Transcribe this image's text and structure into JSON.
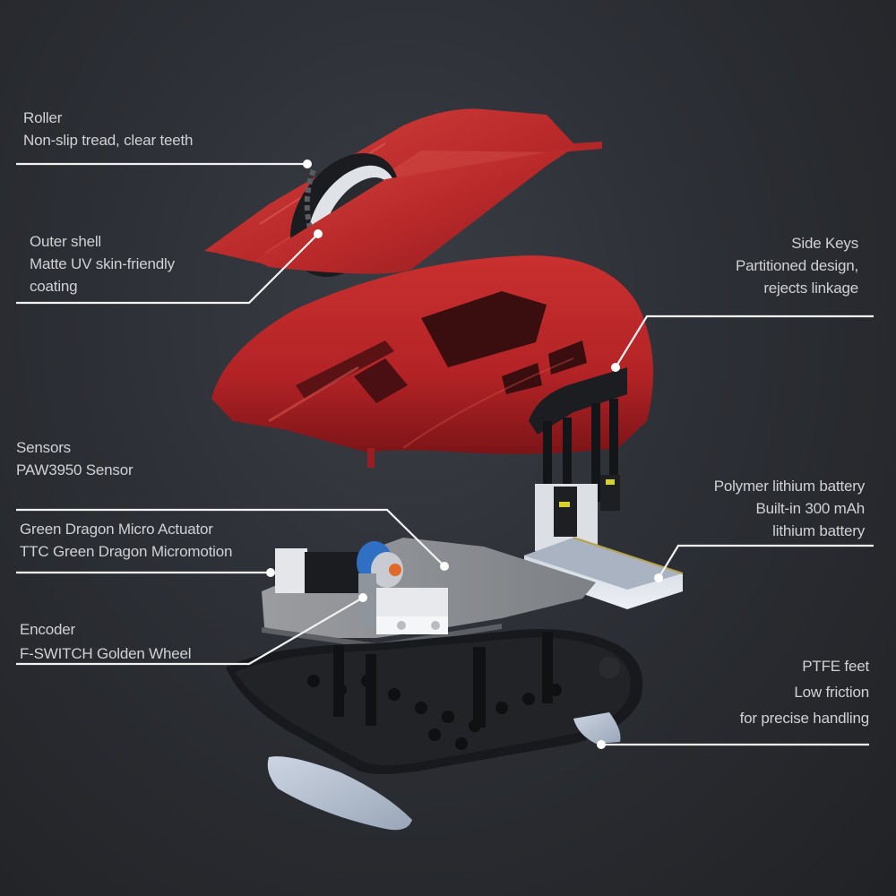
{
  "diagram": {
    "type": "exploded-view",
    "subject": "wireless gaming mouse",
    "colors": {
      "background": "#2c2f35",
      "shell_red": "#b8242a",
      "shell_red_dark": "#7e1418",
      "base_black": "#18191c",
      "pcb_gray": "#8a8c90",
      "ptfe_blue": "#b9c3d2",
      "wheel_blue": "#2f6fc4",
      "accent_yellow": "#d8d22a",
      "leader_line": "#f2f2f2",
      "text": "#cfd1d4"
    }
  },
  "callouts": [
    {
      "id": "roller",
      "side": "left",
      "lines": [
        "Roller",
        "Non-slip tread, clear teeth"
      ]
    },
    {
      "id": "outer-shell",
      "side": "left",
      "lines": [
        "Outer shell",
        "Matte UV skin-friendly",
        "coating"
      ]
    },
    {
      "id": "side-keys",
      "side": "right",
      "lines": [
        "Side Keys",
        "Partitioned design,",
        "rejects linkage"
      ]
    },
    {
      "id": "sensors",
      "side": "left",
      "lines": [
        "Sensors",
        "PAW3950 Sensor"
      ]
    },
    {
      "id": "micro-actuator",
      "side": "left",
      "lines": [
        "Green Dragon Micro Actuator",
        "TTC Green Dragon Micromotion"
      ]
    },
    {
      "id": "battery",
      "side": "right",
      "lines": [
        "Polymer lithium battery",
        "Built-in 300 mAh",
        "lithium battery"
      ]
    },
    {
      "id": "encoder",
      "side": "left",
      "lines": [
        "Encoder",
        "F-SWITCH Golden Wheel"
      ]
    },
    {
      "id": "ptfe-feet",
      "side": "right",
      "lines": [
        "PTFE feet",
        "Low friction",
        "for precise handling"
      ]
    }
  ]
}
